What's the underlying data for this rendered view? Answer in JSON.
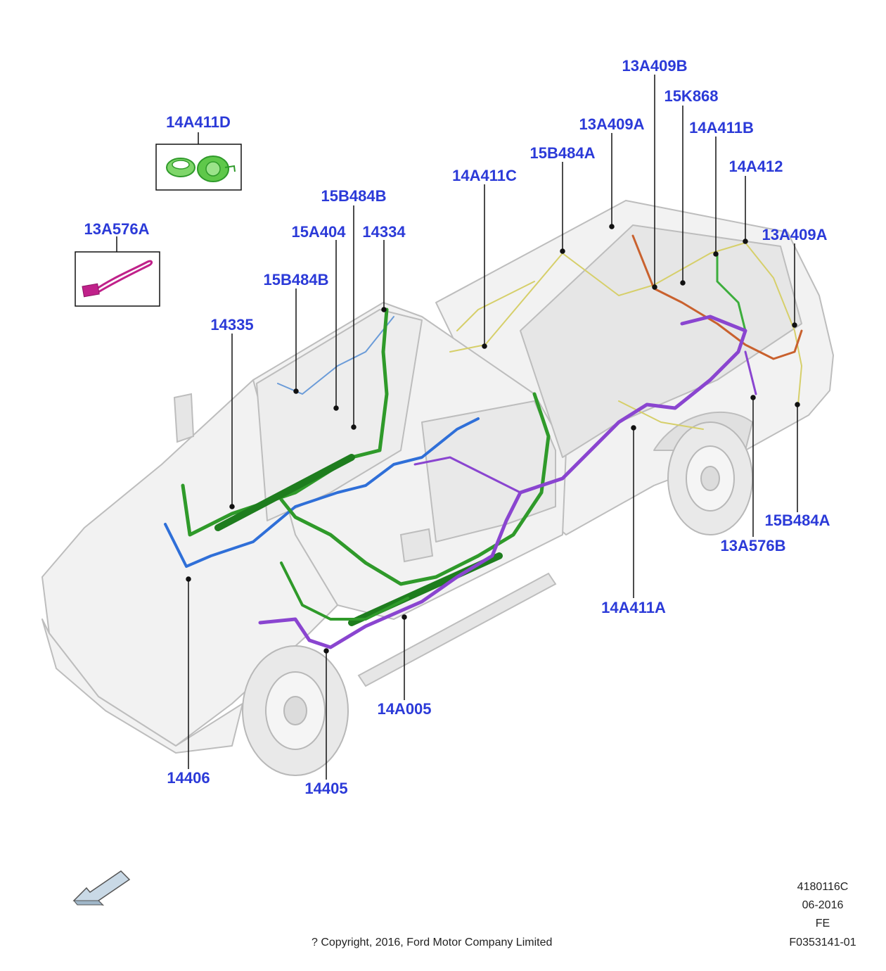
{
  "diagram": {
    "callouts": [
      {
        "id": "14A411D",
        "label": "14A411D"
      },
      {
        "id": "13A576A",
        "label": "13A576A"
      },
      {
        "id": "15B484B-top",
        "label": "15B484B"
      },
      {
        "id": "15A404",
        "label": "15A404"
      },
      {
        "id": "14334",
        "label": "14334"
      },
      {
        "id": "15B484B-mid",
        "label": "15B484B"
      },
      {
        "id": "14335",
        "label": "14335"
      },
      {
        "id": "14A411C",
        "label": "14A411C"
      },
      {
        "id": "15B484A-top",
        "label": "15B484A"
      },
      {
        "id": "13A409A-top",
        "label": "13A409A"
      },
      {
        "id": "13A409B",
        "label": "13A409B"
      },
      {
        "id": "15K868",
        "label": "15K868"
      },
      {
        "id": "14A411B",
        "label": "14A411B"
      },
      {
        "id": "14A412",
        "label": "14A412"
      },
      {
        "id": "13A409A-right",
        "label": "13A409A"
      },
      {
        "id": "15B484A-bottom",
        "label": "15B484A"
      },
      {
        "id": "13A576B",
        "label": "13A576B"
      },
      {
        "id": "14A411A",
        "label": "14A411A"
      },
      {
        "id": "14A005",
        "label": "14A005"
      },
      {
        "id": "14406",
        "label": "14406"
      },
      {
        "id": "14405",
        "label": "14405"
      }
    ],
    "colors": {
      "callout": "#2b3ad8",
      "harness_green": "#2f9a2a",
      "harness_blue": "#2f6fd8",
      "harness_purple": "#8a45d0",
      "harness_orange": "#c9612e",
      "harness_yellow": "#d6cf6a",
      "harness_magenta": "#c0218a",
      "vehicle_outline": "#bdbdbd"
    }
  },
  "footer": {
    "drawing_number": "4180116C",
    "date": "06-2016",
    "code": "FE",
    "part_ref": "F0353141-01",
    "copyright": "? Copyright, 2016, Ford Motor Company Limited"
  }
}
